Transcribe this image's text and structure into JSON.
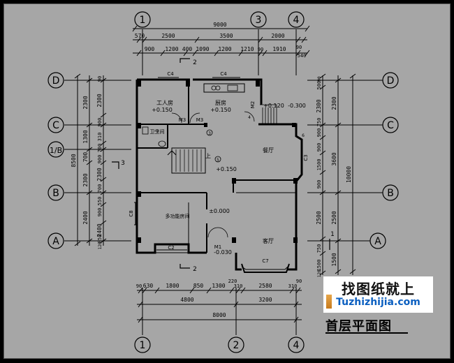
{
  "axes_top": {
    "a1": "1",
    "a3": "3",
    "a4": "4"
  },
  "axes_bottom": {
    "a1": "1",
    "a2": "2",
    "a4": "4"
  },
  "axes_left": {
    "D": "D",
    "C": "C",
    "1B": "1/B",
    "B": "B",
    "A": "A"
  },
  "axes_right": {
    "D": "D",
    "C": "C",
    "B": "B",
    "A": "A"
  },
  "dims_top": {
    "total": "9000",
    "r2": [
      "570",
      "2500",
      "3500",
      "2000",
      "90"
    ],
    "r3": [
      "900",
      "1200",
      "400",
      "1090",
      "1200",
      "1210",
      "90",
      "1910",
      "540"
    ]
  },
  "dims_bottom": {
    "r1": [
      "90",
      "630",
      "1800",
      "850",
      "1300",
      "220",
      "310",
      "2580",
      "310",
      "90"
    ],
    "r2": [
      "4800",
      "3200"
    ],
    "total": "8000"
  },
  "dims_left": {
    "total": "8500",
    "outer": [
      "2300",
      "1300",
      "700",
      "2300",
      "2400"
    ],
    "inner": [
      "90",
      "2300",
      "900",
      "310",
      "700",
      "900",
      "2300",
      "700",
      "550",
      "900",
      "2400",
      "850",
      "120"
    ]
  },
  "dims_right": {
    "total": "10000",
    "outer": [
      "2300",
      "3600",
      "2500",
      "1500"
    ],
    "inner": [
      "90",
      "500",
      "2300",
      "750",
      "900",
      "900",
      "1500",
      "900",
      "2500",
      "750",
      "1500",
      "120"
    ]
  },
  "rooms": {
    "worker_room": "工人房",
    "worker_level": "+0.150",
    "kitchen": "厨房",
    "kitchen_level": "+0.150",
    "stair_level": "+0.120",
    "outside_level": "-0.300",
    "bathroom": "卫生间",
    "dining": "餐厅",
    "hall_level": "+0.150",
    "multi_room": "多功能房间",
    "multi_level": "±0.000",
    "living": "客厅",
    "entry_level": "-0.030"
  },
  "tags": {
    "c4a": "C4",
    "c4b": "C4",
    "c2": "C2",
    "c7": "C7",
    "c8": "C8",
    "c3": "C3",
    "m3a": "M3",
    "m3b": "M3",
    "m2": "M2",
    "m1": "M1",
    "up": "上",
    "s2a": "2",
    "s2b": "2",
    "s3": "3",
    "n1": "1",
    "n2": "2",
    "n3": "3",
    "n4": "4",
    "n5": "5",
    "n6": "6"
  },
  "watermark": {
    "title": "找图纸就上",
    "url": "Tuzhizhijia.com"
  },
  "drawing_title": "首层平面图"
}
